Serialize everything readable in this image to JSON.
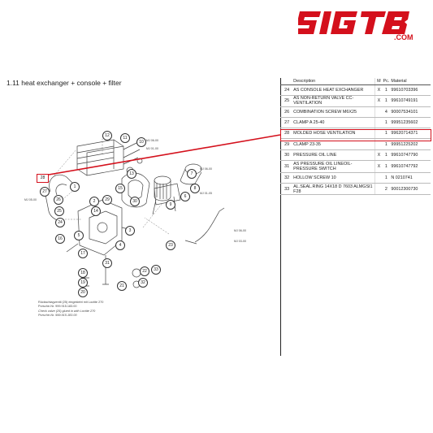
{
  "logo": {
    "text": "SIGTB",
    "domain": ".COM",
    "color": "#d4101c"
  },
  "section_title": "1.11  heat exchanger + console + filter",
  "highlight_color": "#d4101c",
  "diagram": {
    "callouts": [
      {
        "n": "10"
      },
      {
        "n": "11"
      },
      {
        "n": "12"
      },
      {
        "n": "13"
      },
      {
        "n": "14"
      },
      {
        "n": "15"
      },
      {
        "n": "6"
      },
      {
        "n": "7"
      },
      {
        "n": "8"
      },
      {
        "n": "9"
      },
      {
        "n": "27"
      },
      {
        "n": "26"
      },
      {
        "n": "25"
      },
      {
        "n": "24"
      },
      {
        "n": "5"
      },
      {
        "n": "16"
      },
      {
        "n": "17"
      },
      {
        "n": "18"
      },
      {
        "n": "19"
      },
      {
        "n": "20"
      },
      {
        "n": "21"
      },
      {
        "n": "22"
      },
      {
        "n": "23"
      },
      {
        "n": "32"
      },
      {
        "n": "33"
      },
      {
        "n": "30"
      },
      {
        "n": "31"
      },
      {
        "n": "29"
      },
      {
        "n": "1"
      },
      {
        "n": "2"
      },
      {
        "n": "3"
      },
      {
        "n": "4"
      }
    ],
    "highlight_callout": "28",
    "refs": [
      "MJ 06-00",
      "MJ 01-00",
      "MJ 06-00",
      "MJ 01-05",
      "MJ 05-00",
      "MJ 06-00",
      "MJ 03-00"
    ],
    "notes": [
      "Rückschlagventil (25) eingeklebt mit Loctite 270",
      "Porsche-Nr. 999.915.183.00",
      "Check valve (25) glued in with Loctite 270",
      "Porsche-Nr. 999.915.183.00"
    ]
  },
  "table": {
    "headers": {
      "pos": "",
      "description": "Description",
      "m": "M",
      "pc": "Pc.",
      "material": "Material"
    },
    "rows": [
      {
        "pos": "24",
        "description": "AS CONSOLE HEAT EXCHANGER",
        "m": "X",
        "pc": "1",
        "material": "99610703396"
      },
      {
        "pos": "25",
        "description": "AS NON-RETURN VALVE CC-VENTILATION",
        "m": "X",
        "pc": "1",
        "material": "99610749191"
      },
      {
        "pos": "26",
        "description": "COMBINATION SCREW M6X25",
        "m": "",
        "pc": "4",
        "material": "90007534101"
      },
      {
        "pos": "27",
        "description": "CLAMP A 25-40",
        "m": "",
        "pc": "1",
        "material": "99951235602"
      },
      {
        "pos": "28",
        "description": "MOLDED HOSE VENTILATION",
        "m": "",
        "pc": "1",
        "material": "99620714371"
      },
      {
        "pos": "29",
        "description": "CLAMP 23-35",
        "m": "",
        "pc": "1",
        "material": "99951225202"
      },
      {
        "pos": "30",
        "description": "PRESSURE OIL LINE",
        "m": "X",
        "pc": "1",
        "material": "99610747790"
      },
      {
        "pos": "31",
        "description": "AS PRESSURE OIL LINEOIL-PRESSURE SWITCH",
        "m": "X",
        "pc": "1",
        "material": "99610747792"
      },
      {
        "pos": "32",
        "description": "HOLLOW SCREW 10",
        "m": "",
        "pc": "1",
        "material": "N 0210741"
      },
      {
        "pos": "33",
        "description": "AL.SEAL.RING 14X18 D 7603 ALMGSI1 F28",
        "m": "",
        "pc": "2",
        "material": "90012300730"
      }
    ]
  }
}
